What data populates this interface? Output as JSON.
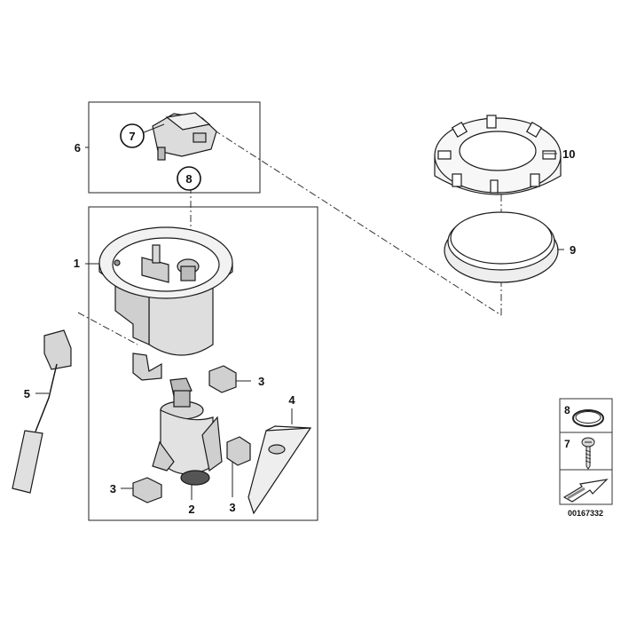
{
  "diagram": {
    "callouts": {
      "c1": "1",
      "c2": "2",
      "c3a": "3",
      "c3b": "3",
      "c3c": "3",
      "c4": "4",
      "c5": "5",
      "c6": "6",
      "c7": "7",
      "c8": "8",
      "c9": "9",
      "c10": "10"
    },
    "legend": {
      "item8": "8",
      "item7": "7"
    },
    "image_number": "00167332"
  }
}
